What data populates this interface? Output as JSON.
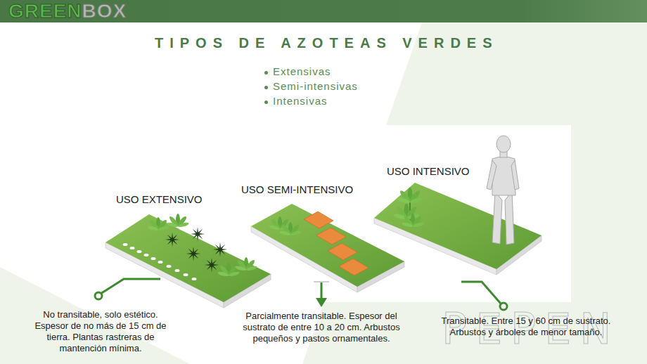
{
  "diagram": {
    "title": "TIPOS DE AZOTEAS VERDES",
    "nodes": [
      {
        "text": [
          "GREEN",
          "BOX"
        ]
      }
    ],
    "labels": [
      "Extensivas",
      "Semi-intensivas",
      "Intensivas",
      "USO EXTENSIVO",
      "USO SEMI-INTENSIVO",
      "USO INTENSIVO",
      "No transitable, solo estético. Espesor de no más de 15 cm de tierra. Plantas rastreras de mantención mínima.",
      "Parcialmente transitable. Espesor del sustrato de entre 10 a 20 cm. Arbustos pequeños y pastos ornamentales.",
      "Transitable. Entre 15 y 60 cm de sustrato. Arbustos y árboles de menor tamaño.",
      "PEPEN"
    ]
  }
}
